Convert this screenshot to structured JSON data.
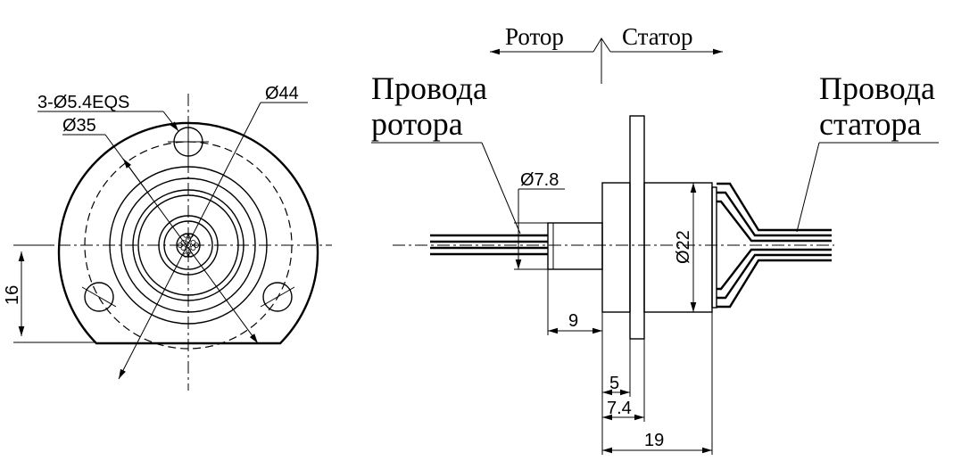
{
  "front_view": {
    "holes_label": "3-Ø5.4EQS",
    "d35_label": "Ø35",
    "d44_label": "Ø44",
    "height_dim": "16"
  },
  "side_view": {
    "rotor_label": "Ротор",
    "stator_label": "Статор",
    "rotor_wires_line1": "Провода",
    "rotor_wires_line2": "ротора",
    "stator_wires_line1": "Провода",
    "stator_wires_line2": "статора",
    "d78_label": "Ø7.8",
    "d22_label": "Ø22",
    "dim_9": "9",
    "dim_5": "5",
    "dim_74": "7.4",
    "dim_19": "19"
  }
}
